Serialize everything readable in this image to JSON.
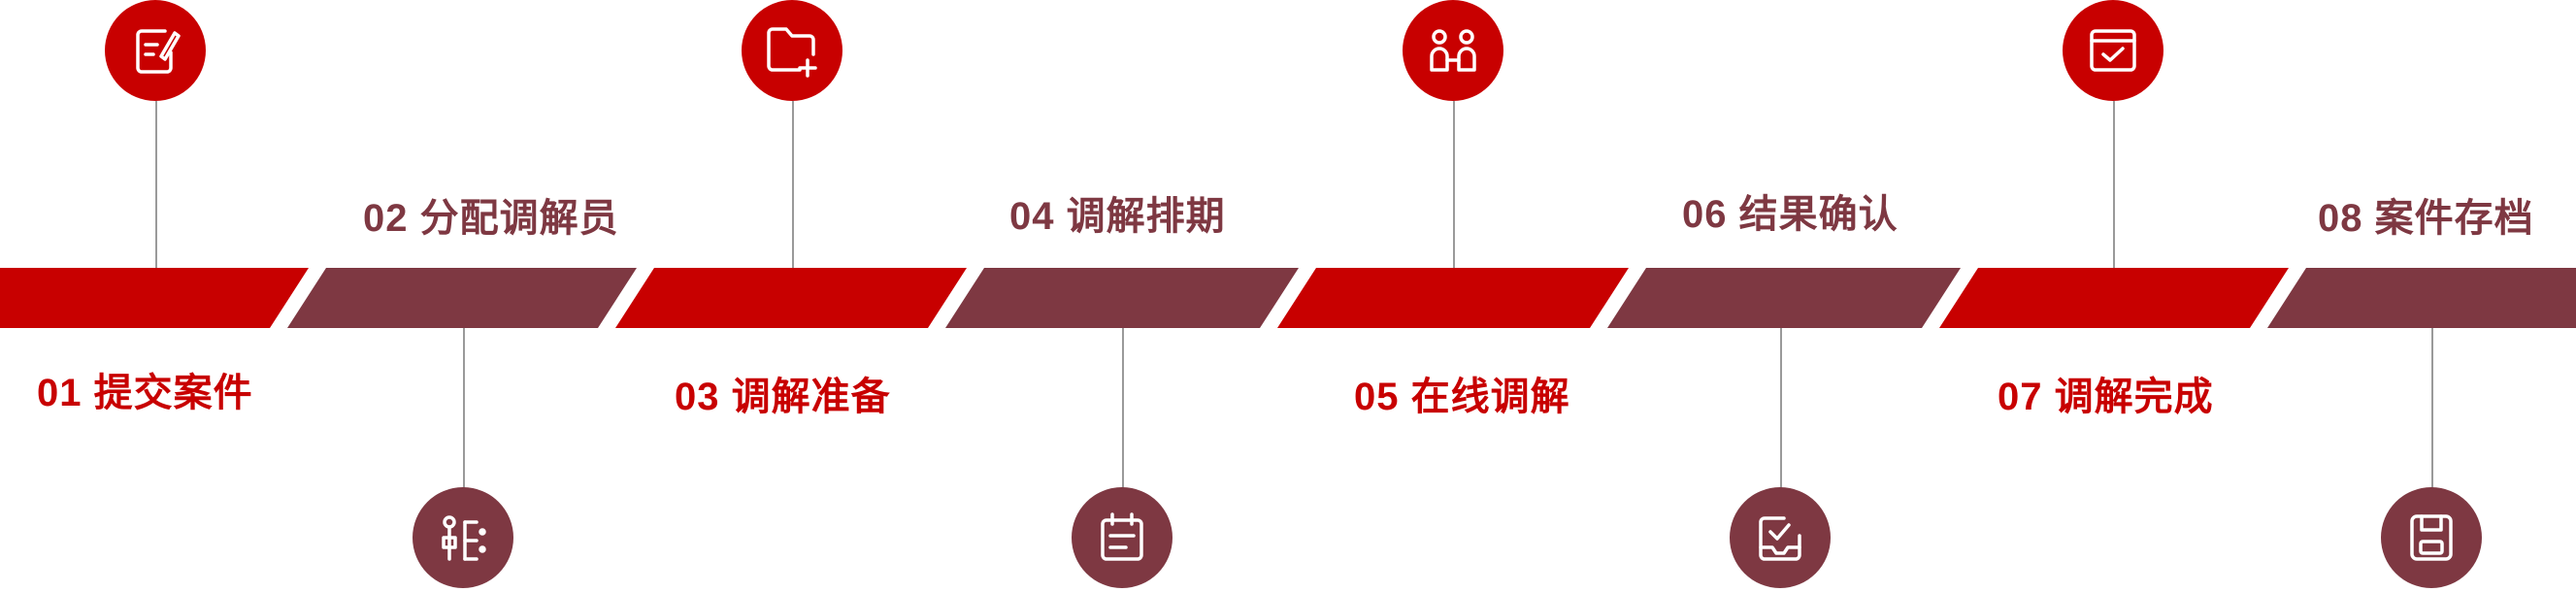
{
  "colors": {
    "red": "#c80000",
    "maroon": "#7e3842",
    "connector": "#9a9a9a"
  },
  "steps": [
    {
      "label": "01 提交案件",
      "icon": "edit-note-icon",
      "color": "red"
    },
    {
      "label": "02 分配调解员",
      "icon": "assign-list-icon",
      "color": "maroon"
    },
    {
      "label": "03 调解准备",
      "icon": "folder-add-icon",
      "color": "red"
    },
    {
      "label": "04 调解排期",
      "icon": "calendar-schedule-icon",
      "color": "maroon"
    },
    {
      "label": "05 在线调解",
      "icon": "two-people-icon",
      "color": "red"
    },
    {
      "label": "06 结果确认",
      "icon": "inbox-check-icon",
      "color": "maroon"
    },
    {
      "label": "07 调解完成",
      "icon": "window-check-icon",
      "color": "red"
    },
    {
      "label": "08 案件存档",
      "icon": "save-disk-icon",
      "color": "maroon"
    }
  ]
}
